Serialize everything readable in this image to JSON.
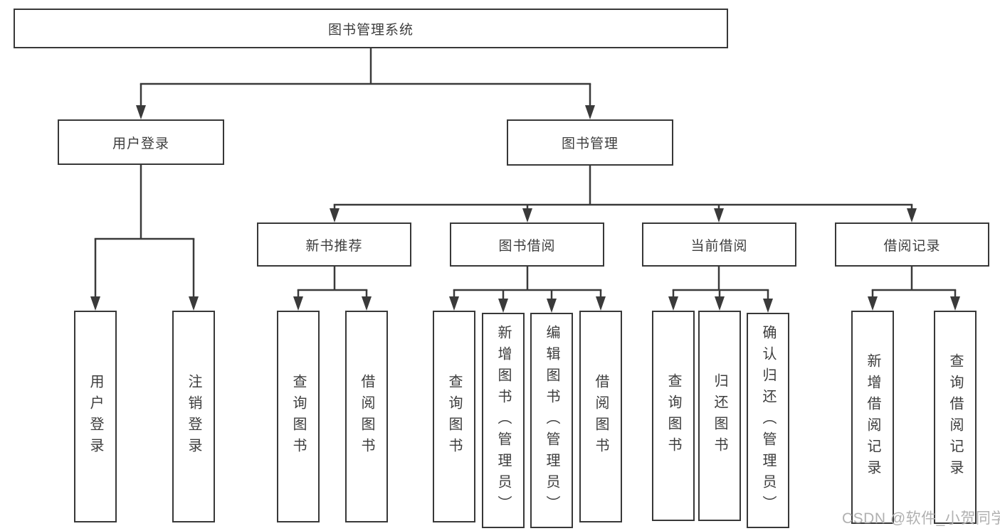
{
  "diagram": {
    "root": {
      "label": "图书管理系统"
    },
    "level2": [
      {
        "label": "用户登录",
        "children": [
          {
            "label": "用户登录"
          },
          {
            "label": "注销登录"
          }
        ]
      },
      {
        "label": "图书管理",
        "children": [
          {
            "label": "新书推荐",
            "children": [
              {
                "label": "查询图书"
              },
              {
                "label": "借阅图书"
              }
            ]
          },
          {
            "label": "图书借阅",
            "children": [
              {
                "label": "查询图书"
              },
              {
                "label": "新增图书（管理员）"
              },
              {
                "label": "编辑图书（管理员）"
              },
              {
                "label": "借阅图书"
              }
            ]
          },
          {
            "label": "当前借阅",
            "children": [
              {
                "label": "查询图书"
              },
              {
                "label": "归还图书"
              },
              {
                "label": "确认归还（管理员）"
              }
            ]
          },
          {
            "label": "借阅记录",
            "children": [
              {
                "label": "新增借阅记录"
              },
              {
                "label": "查询借阅记录"
              }
            ]
          }
        ]
      }
    ]
  },
  "watermark": {
    "text": "CSDN @软件_小贺同学"
  },
  "colors": {
    "line": "#3a3a3a",
    "box_border": "#383838",
    "text": "#3d3d3d",
    "watermark": "#b0b0b0",
    "background": "#ffffff"
  }
}
